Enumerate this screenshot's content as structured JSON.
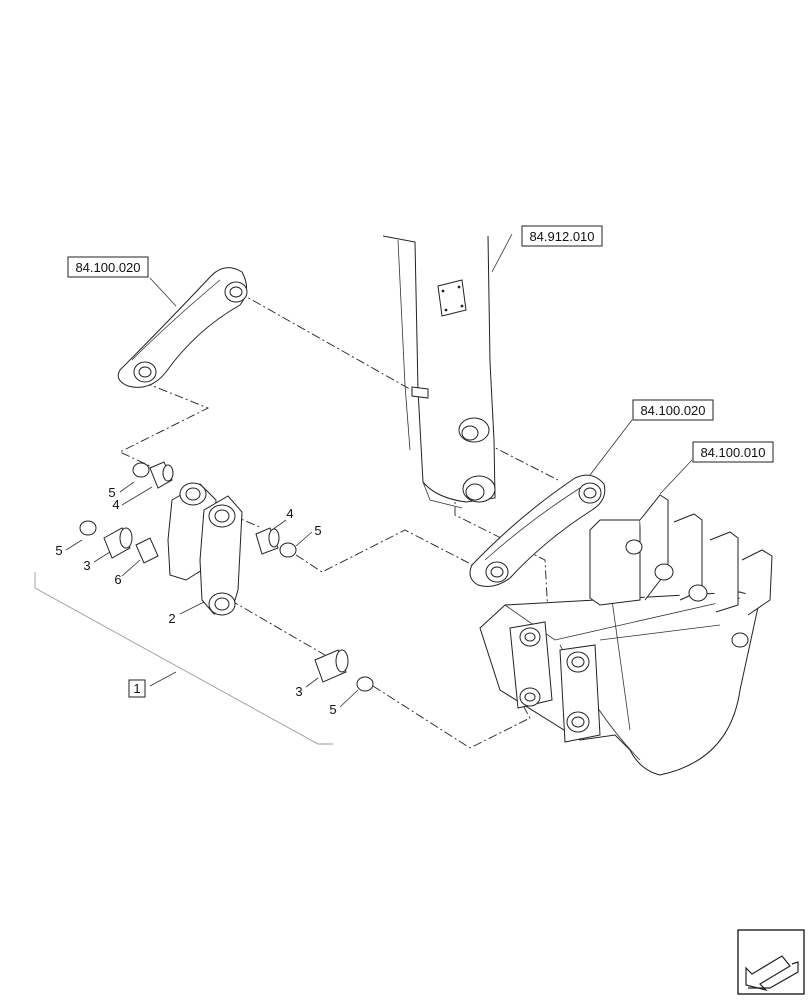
{
  "references": {
    "boom": "84.912.010",
    "link_top": "84.100.020",
    "link_right": "84.100.020",
    "bucket": "84.100.010"
  },
  "callouts": {
    "assembly": "1",
    "link": "2",
    "bushing_left": "3",
    "bushing_bottom": "3",
    "spacer_left": "4",
    "spacer_right": "4",
    "ring_left_top": "5",
    "ring_left_mid": "5",
    "ring_right": "5",
    "ring_bottom": "5",
    "grease_fitting": "6"
  },
  "colors": {
    "line": "#222222",
    "grey_bracket": "#999999",
    "background": "#ffffff"
  },
  "icons": {
    "nav_icon": "previous-page-arrow-icon"
  }
}
